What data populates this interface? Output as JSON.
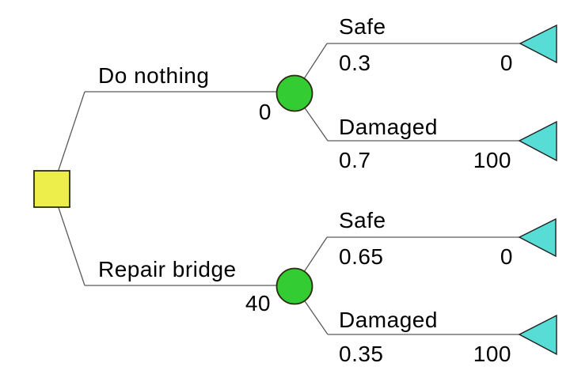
{
  "diagram": {
    "type": "decision-tree",
    "background": "#ffffff",
    "colors": {
      "decision_node_fill": "#eded4c",
      "chance_node_fill": "#33cc33",
      "end_node_fill": "#57ddd6",
      "branch_line": "#5a5a5a",
      "text": "#000000"
    },
    "root": {
      "node_type": "decision",
      "branches": [
        {
          "label": "Do nothing",
          "value": "0",
          "child": {
            "node_type": "chance",
            "branches": [
              {
                "label": "Safe",
                "probability": "0.3",
                "payoff": "0"
              },
              {
                "label": "Damaged",
                "probability": "0.7",
                "payoff": "100"
              }
            ]
          }
        },
        {
          "label": "Repair bridge",
          "value": "40",
          "child": {
            "node_type": "chance",
            "branches": [
              {
                "label": "Safe",
                "probability": "0.65",
                "payoff": "0"
              },
              {
                "label": "Damaged",
                "probability": "0.35",
                "payoff": "100"
              }
            ]
          }
        }
      ]
    }
  }
}
